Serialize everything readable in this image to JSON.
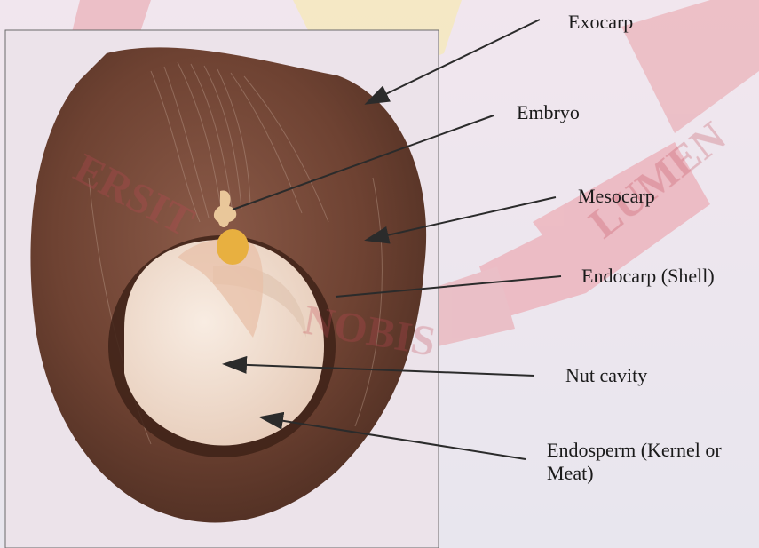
{
  "figure": {
    "labels": {
      "exocarp": "Exocarp",
      "embryo": "Embryo",
      "mesocarp": "Mesocarp",
      "endocarp": "Endocarp (Shell)",
      "nut_cavity": "Nut cavity",
      "endosperm": "Endosperm (Kernel or Meat)"
    },
    "watermark": {
      "text_left": "ERSIT",
      "text_right": "LUMEN",
      "text_center": "NOBIS"
    }
  }
}
